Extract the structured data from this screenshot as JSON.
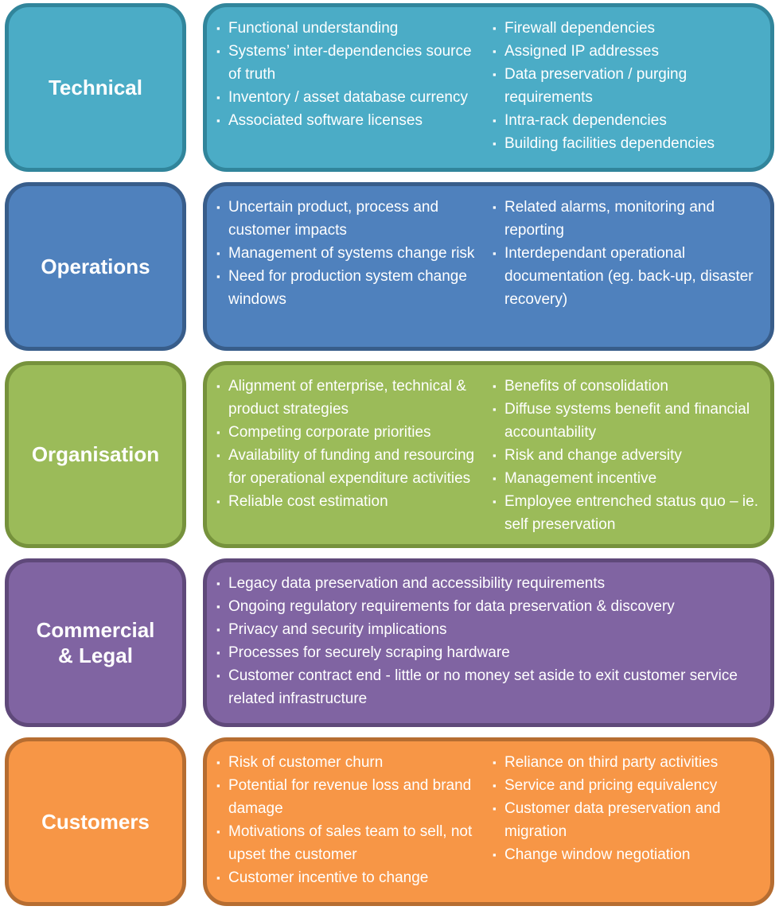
{
  "page": {
    "background": "#FFFFFF",
    "text_color": "#FFFFFF",
    "bullet_icon": "square-bullet-icon",
    "bullet_glyph": "▪"
  },
  "sections": [
    {
      "label": "Technical",
      "fill": "#4BACC6",
      "border": "#31859B",
      "columns": [
        [
          "Functional understanding",
          "Systems’ inter-dependencies source of truth",
          "Inventory / asset database currency",
          "Associated software licenses"
        ],
        [
          "Firewall dependencies",
          "Assigned IP addresses",
          "Data preservation / purging requirements",
          "Intra-rack dependencies",
          "Building facilities dependencies"
        ]
      ]
    },
    {
      "label": "Operations",
      "fill": "#4F81BD",
      "border": "#385D8A",
      "columns": [
        [
          "Uncertain product, process and customer impacts",
          "Management of systems change risk",
          "Need for production system change windows"
        ],
        [
          "Related alarms, monitoring and reporting",
          "Interdependant operational documentation (eg. back-up, disaster recovery)"
        ]
      ]
    },
    {
      "label": "Organisation",
      "fill": "#9BBB59",
      "border": "#76923C",
      "columns": [
        [
          "Alignment of enterprise, technical & product strategies",
          "Competing corporate priorities",
          "Availability of funding and resourcing for operational expenditure activities",
          "Reliable cost estimation"
        ],
        [
          "Benefits of consolidation",
          "Diffuse systems benefit and financial accountability",
          "Risk and change adversity",
          "Management incentive",
          "Employee entrenched status quo – ie. self preservation"
        ]
      ]
    },
    {
      "label": "Commercial & Legal",
      "fill": "#8064A2",
      "border": "#5F497A",
      "columns": [
        [
          "Legacy data preservation and accessibility requirements",
          "Ongoing regulatory requirements for data preservation & discovery",
          "Privacy and security implications",
          "Processes for securely scraping hardware",
          "Customer contract end - little or no money set aside to exit customer service related infrastructure"
        ]
      ]
    },
    {
      "label": "Customers",
      "fill": "#F79646",
      "border": "#B66D31",
      "columns": [
        [
          "Risk of customer churn",
          "Potential for revenue loss and brand damage",
          "Motivations of sales team to sell, not upset the customer",
          "Customer incentive to change"
        ],
        [
          "Reliance on third party activities",
          "Service and pricing equivalency",
          "Customer data preservation and migration",
          "Change window negotiation"
        ]
      ]
    }
  ]
}
